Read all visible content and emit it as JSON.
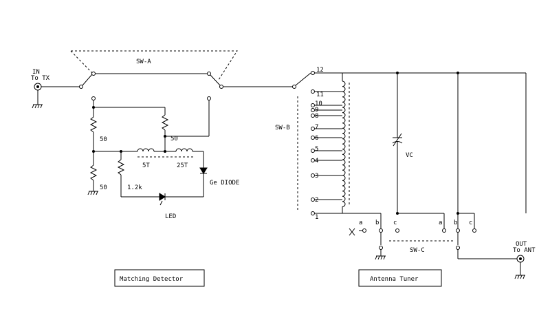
{
  "labels": {
    "in": "IN",
    "to_tx": "To TX",
    "sw_a": "SW-A",
    "sw_b": "SW-B",
    "sw_c": "SW-C",
    "r_top": "50",
    "r_mid": "50",
    "r_bottom": "50",
    "r_led": "1.2k",
    "coil_5t": "5T",
    "coil_25t": "25T",
    "diode": "Ge DIODE",
    "led": "LED",
    "vc": "VC",
    "out": "OUT",
    "to_ant": "To ANT",
    "pos_a1": "a",
    "pos_b1": "b",
    "pos_c1": "c",
    "pos_a2": "a",
    "pos_b2": "b",
    "pos_c2": "c",
    "tap_1": "1",
    "tap_2": "2",
    "tap_3": "3",
    "tap_4": "4",
    "tap_5": "5",
    "tap_6": "6",
    "tap_7": "7",
    "tap_8": "8",
    "tap_9": "9",
    "tap_10": "10",
    "tap_11": "11",
    "tap_12": "12"
  },
  "blocks": {
    "matching_detector": "Matching  Detector",
    "antenna_tuner": "Antenna  Tuner"
  }
}
